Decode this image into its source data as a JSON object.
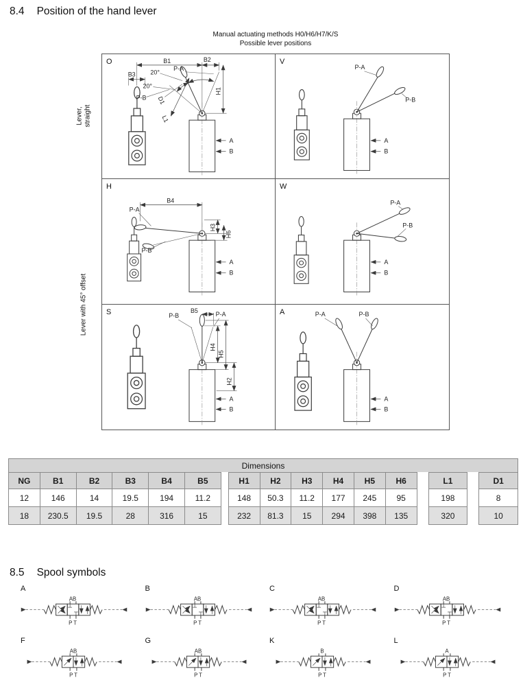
{
  "sections": {
    "s84": {
      "number": "8.4",
      "title": "Position of the hand lever"
    },
    "s85": {
      "number": "8.5",
      "title": "Spool symbols"
    }
  },
  "figure": {
    "caption1": "Manual actuating methods H0/H6/H7/K/S",
    "caption2": "Possible lever positions",
    "row_label_straight_1": "Lever,",
    "row_label_straight_2": "straight",
    "row_label_offset": "Lever with 45° offset",
    "cells": {
      "O": {
        "id": "O",
        "b3": "B3",
        "b1": "B1",
        "b2": "B2",
        "ang1": "20°",
        "ang2": "20°",
        "pa": "P-A",
        "pb": "P-B",
        "d1": "D1",
        "h1": "H1",
        "l1": "L1",
        "port_a": "A",
        "port_b": "B"
      },
      "V": {
        "id": "V",
        "pa": "P-A",
        "pb": "P-B",
        "port_a": "A",
        "port_b": "B"
      },
      "H": {
        "id": "H",
        "b4": "B4",
        "pa": "P-A",
        "pb": "P-B",
        "h3": "H3",
        "h6": "H6",
        "port_a": "A",
        "port_b": "B"
      },
      "W": {
        "id": "W",
        "pa": "P-A",
        "pb": "P-B",
        "port_a": "A",
        "port_b": "B"
      },
      "S": {
        "id": "S",
        "b5": "B5",
        "pa": "P-A",
        "pb": "P-B",
        "h4": "H4",
        "h5": "H5",
        "h2": "H2",
        "port_a": "A",
        "port_b": "B"
      },
      "A": {
        "id": "A",
        "pa": "P-A",
        "pb": "P-B",
        "port_a": "A",
        "port_b": "B"
      }
    }
  },
  "table": {
    "title": "Dimensions",
    "headers": [
      "NG",
      "B1",
      "B2",
      "B3",
      "B4",
      "B5",
      "H1",
      "H2",
      "H3",
      "H4",
      "H5",
      "H6",
      "L1",
      "D1"
    ],
    "rows": [
      [
        "12",
        "146",
        "14",
        "19.5",
        "194",
        "11.2",
        "148",
        "50.3",
        "11.2",
        "177",
        "245",
        "95",
        "198",
        "8"
      ],
      [
        "18",
        "230.5",
        "19.5",
        "28",
        "316",
        "15",
        "232",
        "81.3",
        "15",
        "294",
        "398",
        "135",
        "320",
        "10"
      ]
    ]
  },
  "spools": [
    {
      "id": "A",
      "top": "AB",
      "bottom": "P T"
    },
    {
      "id": "B",
      "top": "AB",
      "bottom": "P T"
    },
    {
      "id": "C",
      "top": "AB",
      "bottom": "P T"
    },
    {
      "id": "D",
      "top": "AB",
      "bottom": "P T"
    },
    {
      "id": "F",
      "top": "AB",
      "bottom": "P T"
    },
    {
      "id": "G",
      "top": "AB",
      "bottom": "P T"
    },
    {
      "id": "K",
      "top": "B",
      "bottom": "P T"
    },
    {
      "id": "L",
      "top": "A",
      "bottom": "P T"
    }
  ]
}
